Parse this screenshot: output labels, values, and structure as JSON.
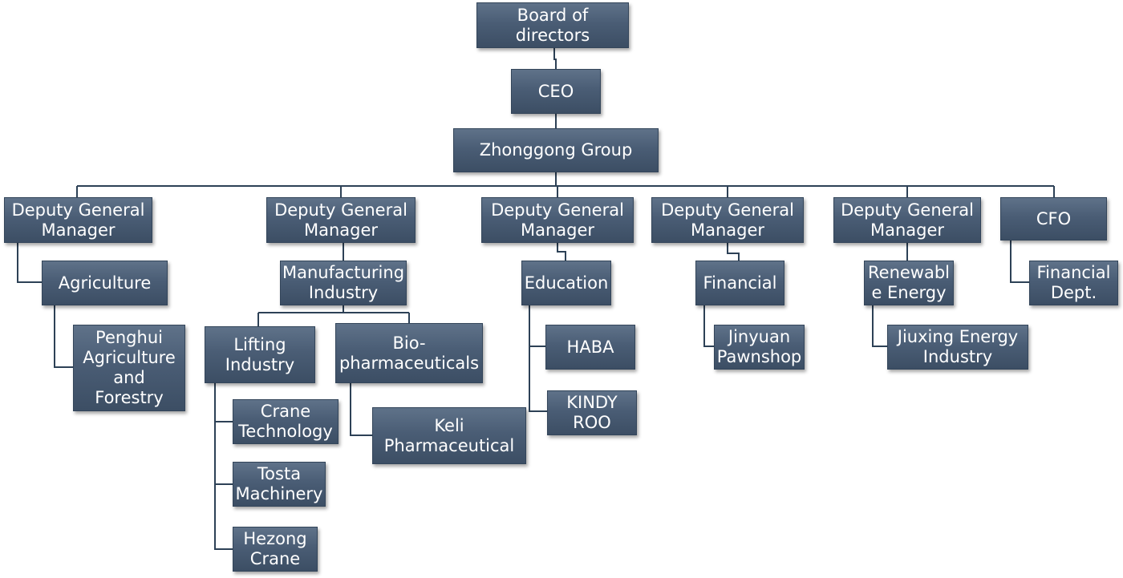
{
  "org_chart": {
    "board": "Board of directors",
    "ceo": "CEO",
    "group": "Zhonggong Group",
    "dgm_agriculture": "Deputy General\nManager",
    "dgm_manufacturing": "Deputy General\nManager",
    "dgm_education": "Deputy General\nManager",
    "dgm_financial": "Deputy General\nManager",
    "dgm_energy": "Deputy General\nManager",
    "cfo": "CFO",
    "agriculture": "Agriculture",
    "penghui": "Penghui\nAgriculture\nand Forestry",
    "manufacturing": "Manufacturing\nIndustry",
    "lifting": "Lifting\nIndustry",
    "bio": "Bio-\npharmaceuticals",
    "crane_tech": "Crane\nTechnology",
    "tosta": "Tosta\nMachinery",
    "hezong": "Hezong\nCrane",
    "keli": "Keli\nPharmaceutical",
    "education": "Education",
    "haba": "HABA",
    "kindy": "KINDY\nROO",
    "financial": "Financial",
    "jinyuan": "Jinyuan\nPawnshop",
    "renewable": "Renewabl\ne Energy",
    "jiuxing": "Jiuxing Energy\nIndustry",
    "financial_dept": "Financial\nDept."
  }
}
